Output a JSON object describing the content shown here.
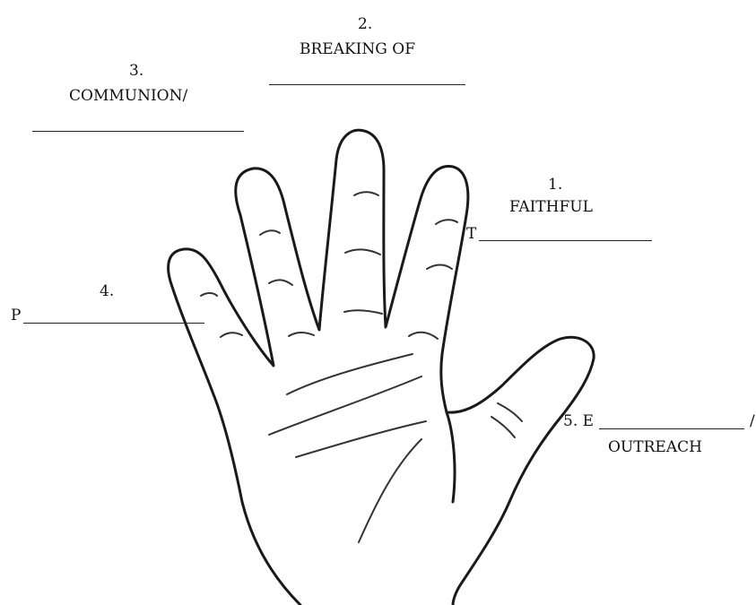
{
  "labels": {
    "l1_num": "1.",
    "l1_text": "FAITHFUL",
    "l1_prefix": "T",
    "l2_num": "2.",
    "l2_text": "BREAKING OF",
    "l3_num": "3.",
    "l3_text": "COMMUNION/",
    "l4_num": "4.",
    "l4_prefix": "P",
    "l5_prefix": "5. E",
    "l5_slash": "/",
    "l5_text": "OUTREACH"
  }
}
